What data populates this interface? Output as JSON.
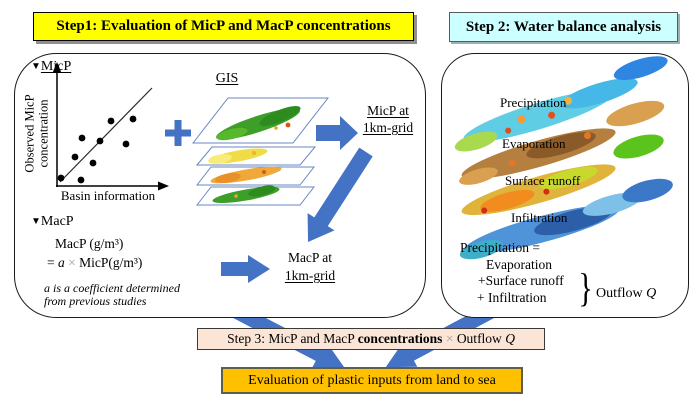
{
  "step1": {
    "title": "Step1: Evaluation of MicP and MacP concentrations"
  },
  "step2": {
    "title": "Step 2: Water balance analysis"
  },
  "micp": {
    "marker": "▼",
    "label": "MicP",
    "ylabel_line1": "Observed MicP",
    "ylabel_line2": "concentration",
    "xlabel": "Basin information",
    "gis_label": "GIS",
    "result_line1": "MicP at",
    "result_line2": "1km-grid"
  },
  "scatter": {
    "points": [
      [
        39,
        120
      ],
      [
        59,
        122
      ],
      [
        53,
        99
      ],
      [
        71,
        105
      ],
      [
        60,
        80
      ],
      [
        78,
        83
      ],
      [
        89,
        63
      ],
      [
        104,
        86
      ],
      [
        111,
        61
      ]
    ]
  },
  "macp": {
    "marker": "▼",
    "label": "MacP",
    "formula_line1": "MacP (g/m³)",
    "eq_prefix": "= ",
    "eq_a": "a",
    "eq_times": " × ",
    "eq_suffix": "MicP(g/m³)",
    "note_line1": "a is a coefficient determined",
    "note_line2": "from previous studies",
    "result_line1": "MacP at",
    "result_line2": "1km-grid"
  },
  "water": {
    "map_labels": [
      "Precipitation",
      "Evaporation",
      "Surface runoff",
      "Infiltration"
    ],
    "eq_line1": "Precipitation =",
    "eq_line2": "Evaporation",
    "eq_line3": "+Surface runoff",
    "eq_line4": "+ Infiltration",
    "brace": "}",
    "outflow_prefix": "Outflow ",
    "outflow_q": "Q"
  },
  "step3": {
    "prefix": "Step 3: MicP and MacP ",
    "bold": "concentrations",
    "times": " × ",
    "outflow_prefix": "Outflow ",
    "outflow_q": "Q"
  },
  "final": {
    "label": "Evaluation of plastic inputs from land to sea"
  },
  "colors": {
    "accent_blue": "#4472C4",
    "step1_bg": "#FFFF00",
    "step2_bg": "#CCFFFF",
    "step3_bg": "#FBE5D6",
    "final_bg": "#FFC000",
    "gis_layer_border": "#6B87C7"
  }
}
